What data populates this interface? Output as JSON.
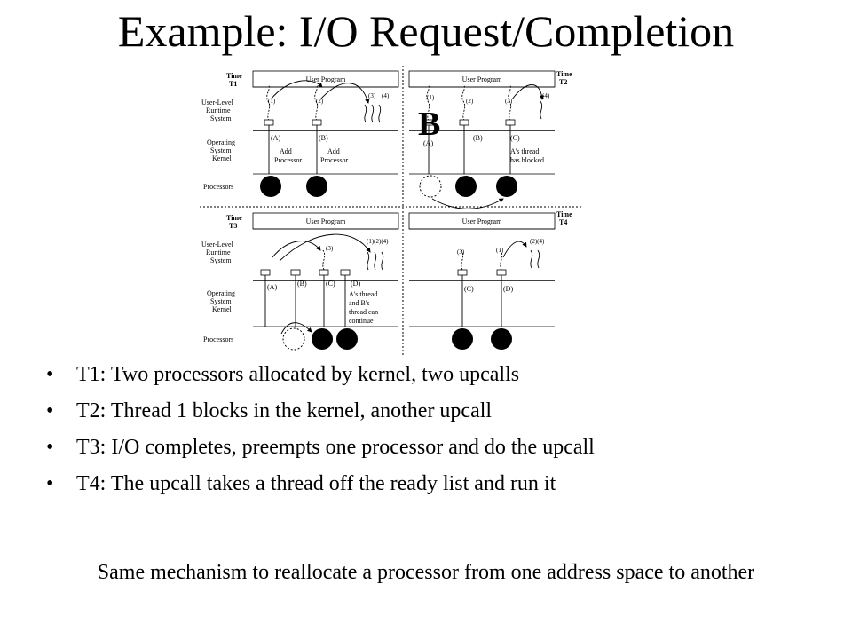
{
  "slide": {
    "title": "Example: I/O Request/Completion",
    "bullets": [
      "T1: Two processors allocated by kernel, two upcalls",
      "T2: Thread 1 blocks in the kernel, another upcall",
      "T3: I/O completes, preempts one processor and do the upcall",
      "T4: The upcall takes a thread off the ready list and run it"
    ],
    "note": "Same mechanism to reallocate a processor from one address space to another"
  },
  "figure": {
    "row_labels": {
      "user_level": [
        "User-Level",
        "Runtime",
        "System"
      ],
      "kernel": [
        "Operating",
        "System",
        "Kernel"
      ],
      "processors": "Processors"
    },
    "overlay_letter": "B",
    "panels": {
      "t1": {
        "time": [
          "Time",
          "T1"
        ],
        "header": "User Program",
        "threads": [
          "(1)",
          "(2)",
          "(3)",
          "(4)"
        ],
        "events": [
          "(A)",
          "(B)"
        ],
        "notes": [
          [
            "Add",
            "Processor"
          ],
          [
            "Add",
            "Processor"
          ]
        ]
      },
      "t2": {
        "time": [
          "Time",
          "T2"
        ],
        "header": "User Program",
        "threads": [
          "(1)",
          "(2)",
          "(3)",
          "(4)"
        ],
        "events": [
          "(A)",
          "(B)",
          "(C)"
        ],
        "notes": [
          [
            "A's thread",
            "has blocked"
          ]
        ]
      },
      "t3": {
        "time": [
          "Time",
          "T3"
        ],
        "header": "User Program",
        "threads": [
          "(3)",
          "(1)(2)(4)"
        ],
        "events": [
          "(A)",
          "(B)",
          "(C)",
          "(D)"
        ],
        "notes": [
          [
            "A's thread",
            "and B's",
            "thread can",
            "continue"
          ]
        ]
      },
      "t4": {
        "time": [
          "Time",
          "T4"
        ],
        "header": "User Program",
        "threads": [
          "(3)",
          "(1)",
          "(2)(4)"
        ],
        "events": [
          "(C)",
          "(D)"
        ]
      }
    }
  }
}
